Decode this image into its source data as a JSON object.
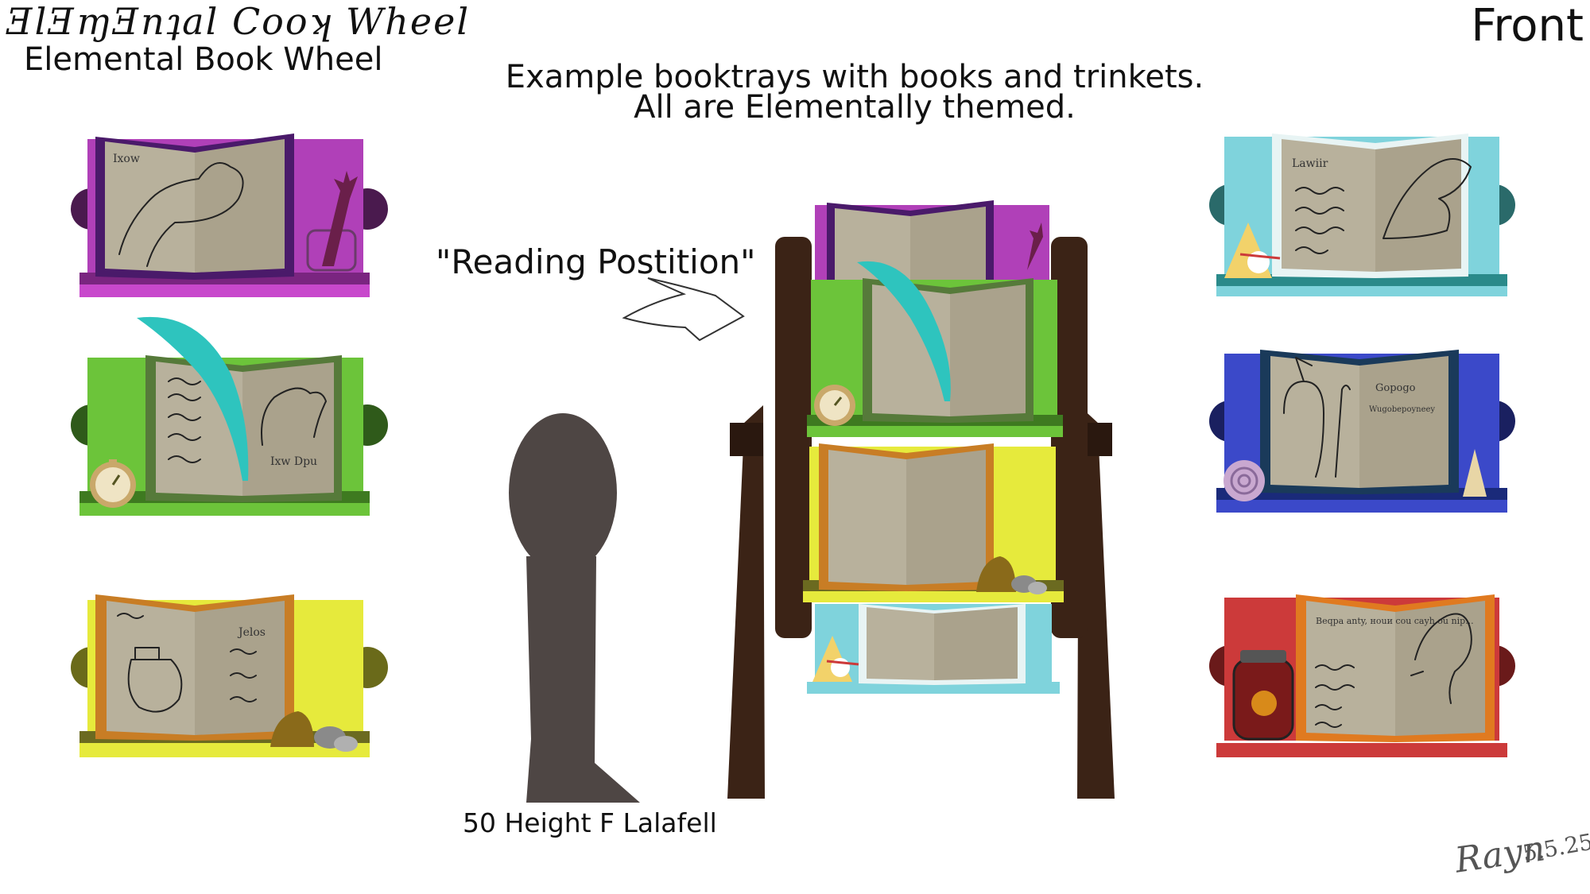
{
  "header": {
    "script_title": "ƎlƎɱƎnʇal Cooʞ Wheel",
    "title": "Elemental Book Wheel",
    "view_label": "Front"
  },
  "caption": {
    "line1": "Example booktrays with books and trinkets.",
    "line2": "All are Elementally themed."
  },
  "reading_position_label": "\"Reading Postition\"",
  "figure_label": "50 Height F Lalafell",
  "signature": {
    "name": "Rayn",
    "date": "5.5.25"
  },
  "trays": [
    {
      "id": "purple",
      "color": "#b040b8",
      "page_text": "Ixow"
    },
    {
      "id": "green",
      "color": "#6cc43a",
      "page_text": "Ixw Dpu"
    },
    {
      "id": "yellow",
      "color": "#e6ea3c",
      "page_text": "Jelos"
    },
    {
      "id": "cyan",
      "color": "#7fd3dc",
      "page_text": "Lawiir"
    },
    {
      "id": "blue",
      "color": "#3b49c9",
      "page_text": "Gopogo",
      "page_text_2": "Wugobepoyneey"
    },
    {
      "id": "red",
      "color": "#cc3a3a",
      "page_text": "Beqpa anty, ноuи cou cayh ou nip..."
    }
  ],
  "colors": {
    "wood": "#3b2316",
    "page": "#b8b19c",
    "silhouette": "#4e4644",
    "quill": "#2ec4be"
  }
}
